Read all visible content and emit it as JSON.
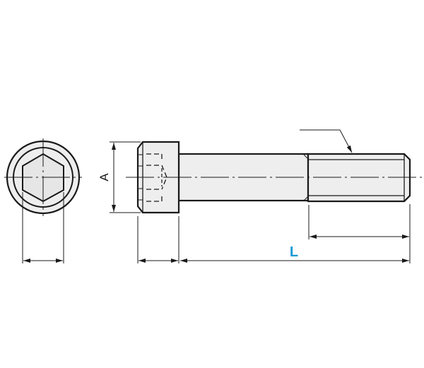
{
  "drawing": {
    "subject": "Socket head cap screw",
    "views": [
      "end view",
      "side view"
    ],
    "labels": {
      "diameter": "A",
      "length": "L"
    },
    "colors": {
      "line": "#1a1a1a",
      "fill": "#eeeeee",
      "length_label": "#1a9ad6",
      "diameter_label": "#1a1a1a"
    }
  }
}
